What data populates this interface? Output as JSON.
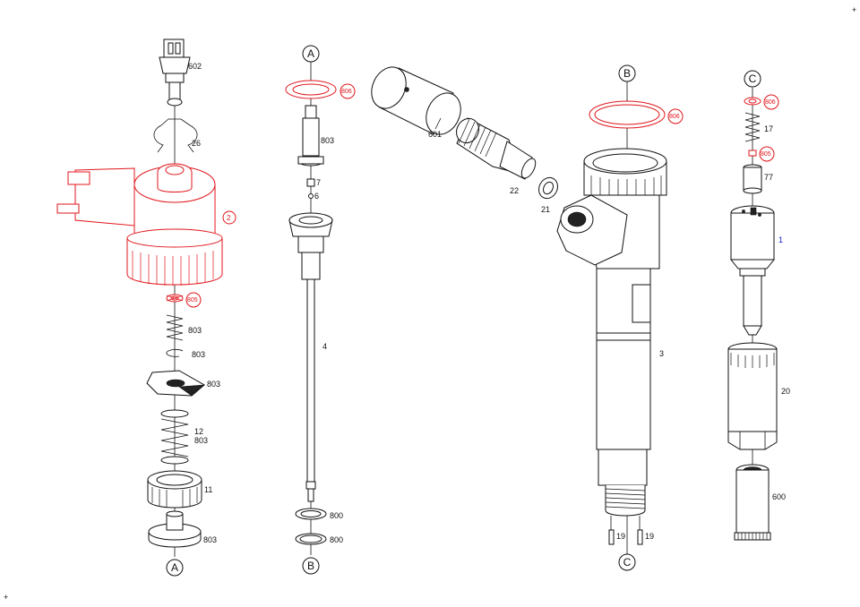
{
  "diagram": {
    "corner_marks": [
      "+",
      "+"
    ],
    "colors": {
      "line": "#111111",
      "replaceable": "#e0161c",
      "reference": "#1a1ad8"
    },
    "section_markers": {
      "a_top": "A",
      "a_bottom": "A",
      "b_top": "B",
      "b_bottom": "B",
      "c_top": "C",
      "c_bottom": "C"
    },
    "labels": {
      "p602": "602",
      "p26": "26",
      "p2": "2",
      "p805_col1": "805",
      "p803_spring": "803",
      "p803_clip": "803",
      "p803_plate": "803",
      "p12": "12",
      "p803_12": "803",
      "p11": "11",
      "p803_seat": "803",
      "p806_col2": "806",
      "p803_pin": "803",
      "p7": "7",
      "p6": "6",
      "p4": "4",
      "p800_a": "800",
      "p800_b": "800",
      "p601": "601",
      "p22": "22",
      "p21": "21",
      "p806_col3": "806",
      "p3": "3",
      "p19_a": "19",
      "p19_b": "19",
      "p806_col4": "806",
      "p17": "17",
      "p805_col4": "805",
      "p77": "77",
      "p1": "1",
      "p20": "20",
      "p600": "600"
    }
  }
}
